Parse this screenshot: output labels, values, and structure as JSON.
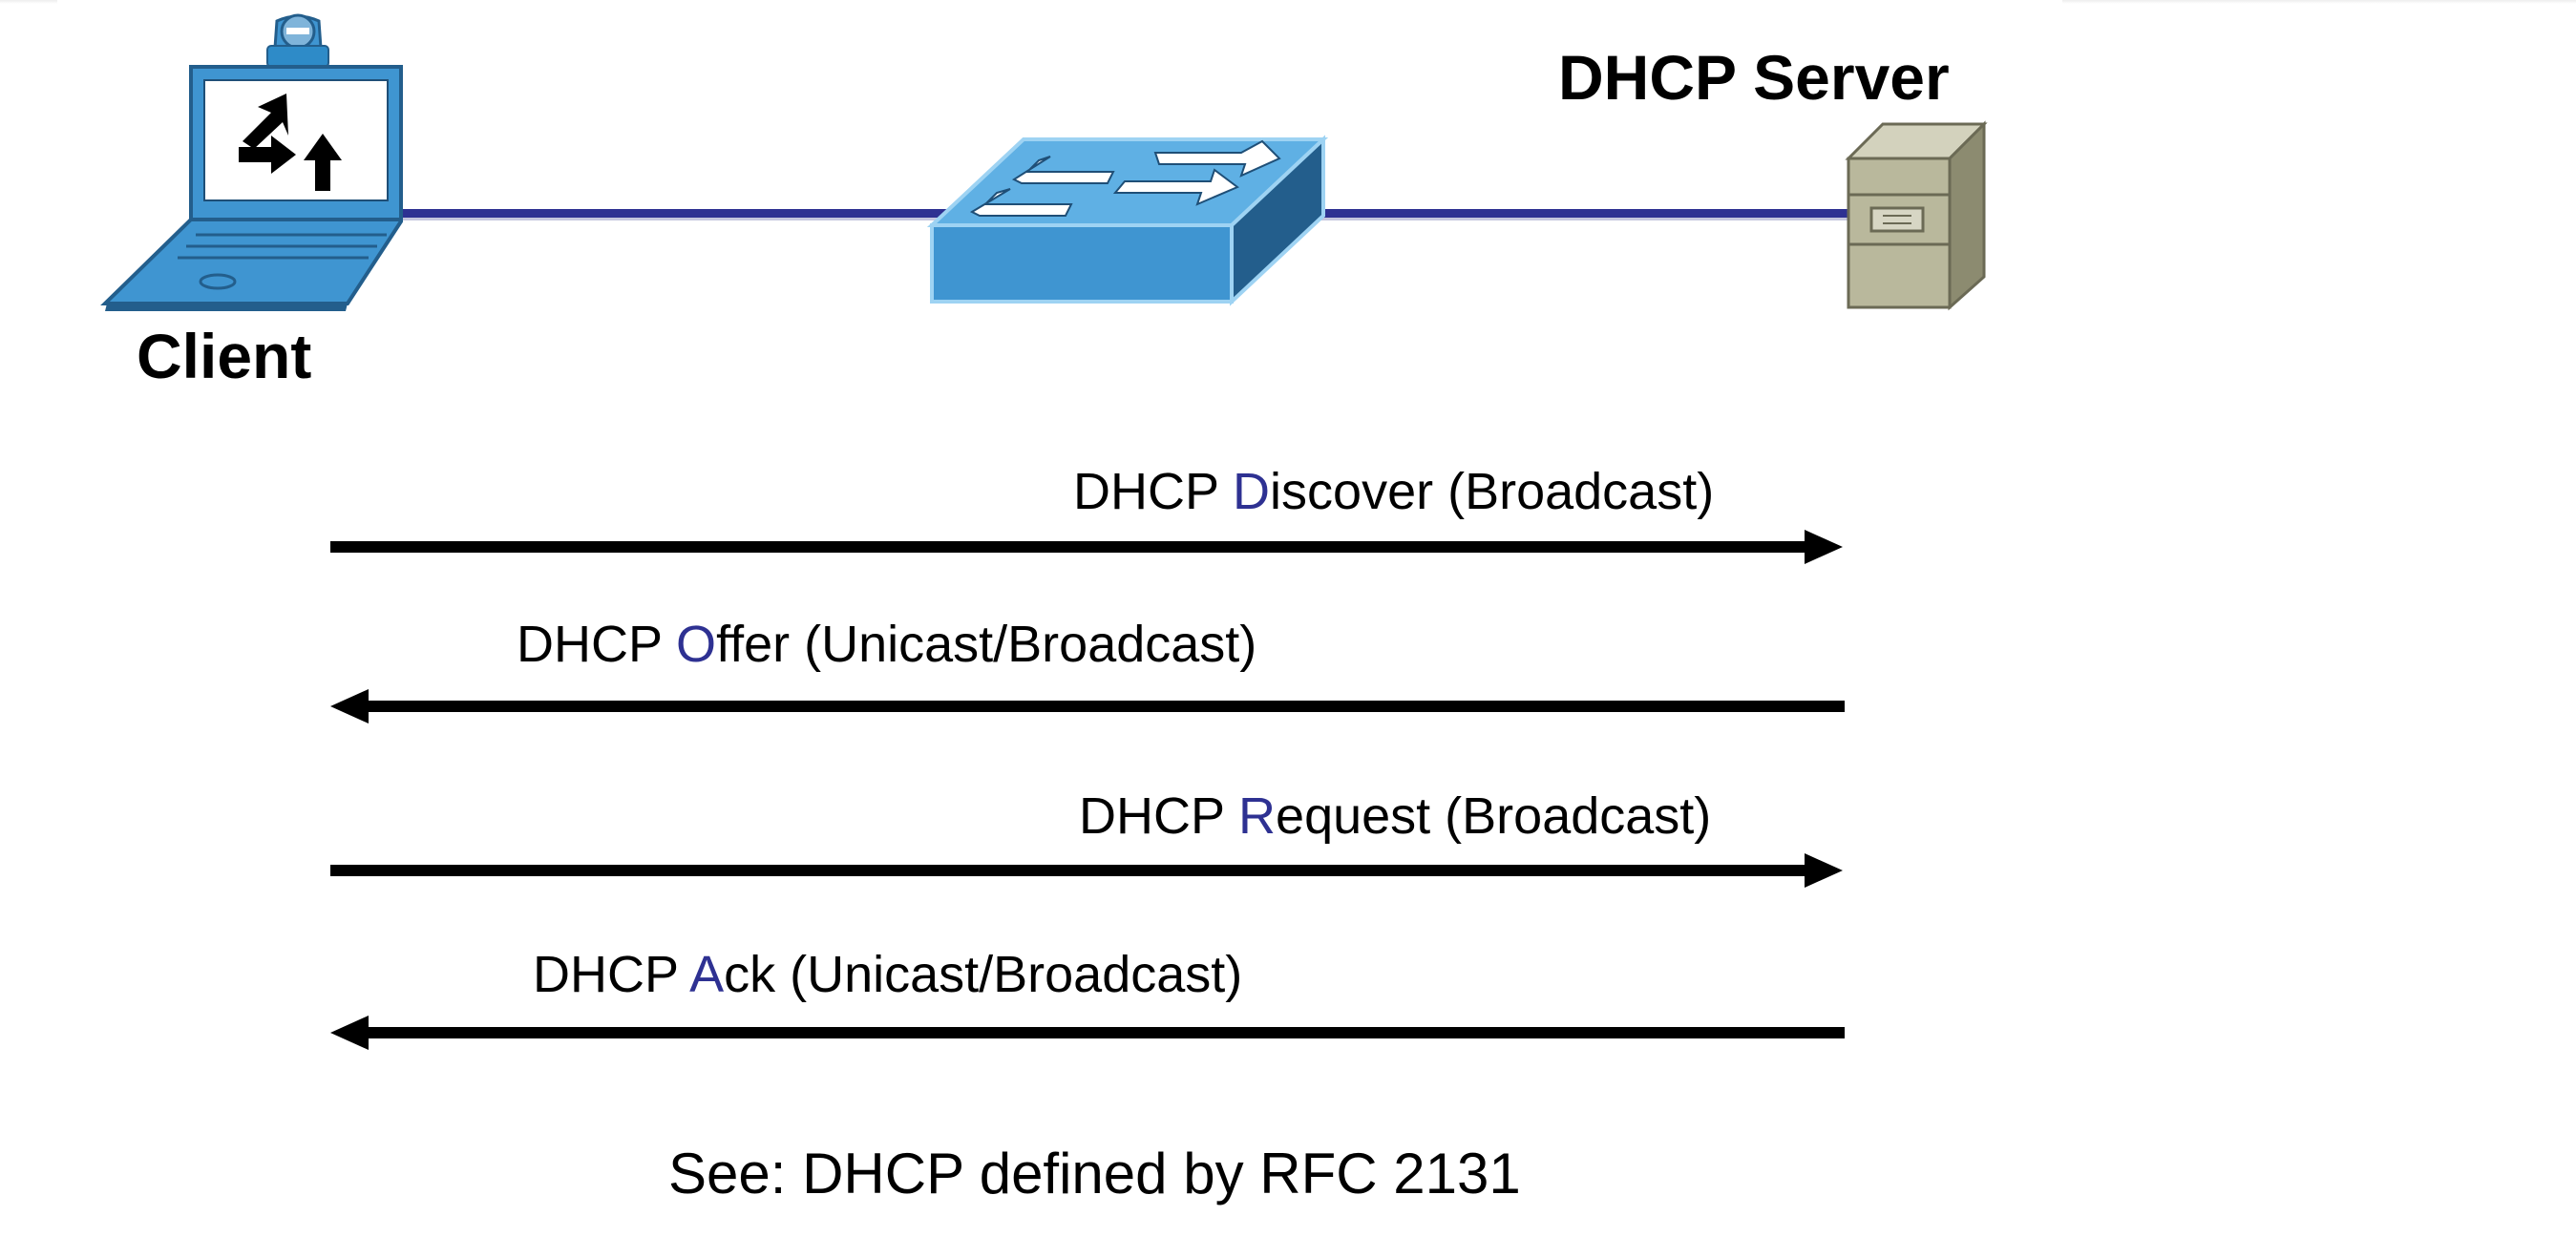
{
  "nodes": {
    "client": {
      "label": "Client"
    },
    "switch": {
      "label": ""
    },
    "server": {
      "label": "DHCP Server"
    }
  },
  "messages": [
    {
      "prefix": "DHCP ",
      "key_letter": "D",
      "rest": "iscover (Broadcast)",
      "direction": "client-to-server"
    },
    {
      "prefix": "DHCP ",
      "key_letter": "O",
      "rest": "ffer (Unicast/Broadcast)",
      "direction": "server-to-client"
    },
    {
      "prefix": "DHCP ",
      "key_letter": "R",
      "rest": "equest (Broadcast)",
      "direction": "client-to-server"
    },
    {
      "prefix": "DHCP ",
      "key_letter": "A",
      "rest": "ck (Unicast/Broadcast)",
      "direction": "server-to-client"
    }
  ],
  "footnote": "See: DHCP defined by RFC 2131",
  "colors": {
    "link_line": "#2e3192",
    "accent_letter": "#2e3192",
    "device_blue": "#3f95d1",
    "device_blue_dark": "#235e8c",
    "server_tan": "#b9b89c",
    "arrow": "#000000"
  },
  "icons": {
    "client": "laptop-icon",
    "switch": "switch-icon",
    "server": "server-icon"
  }
}
